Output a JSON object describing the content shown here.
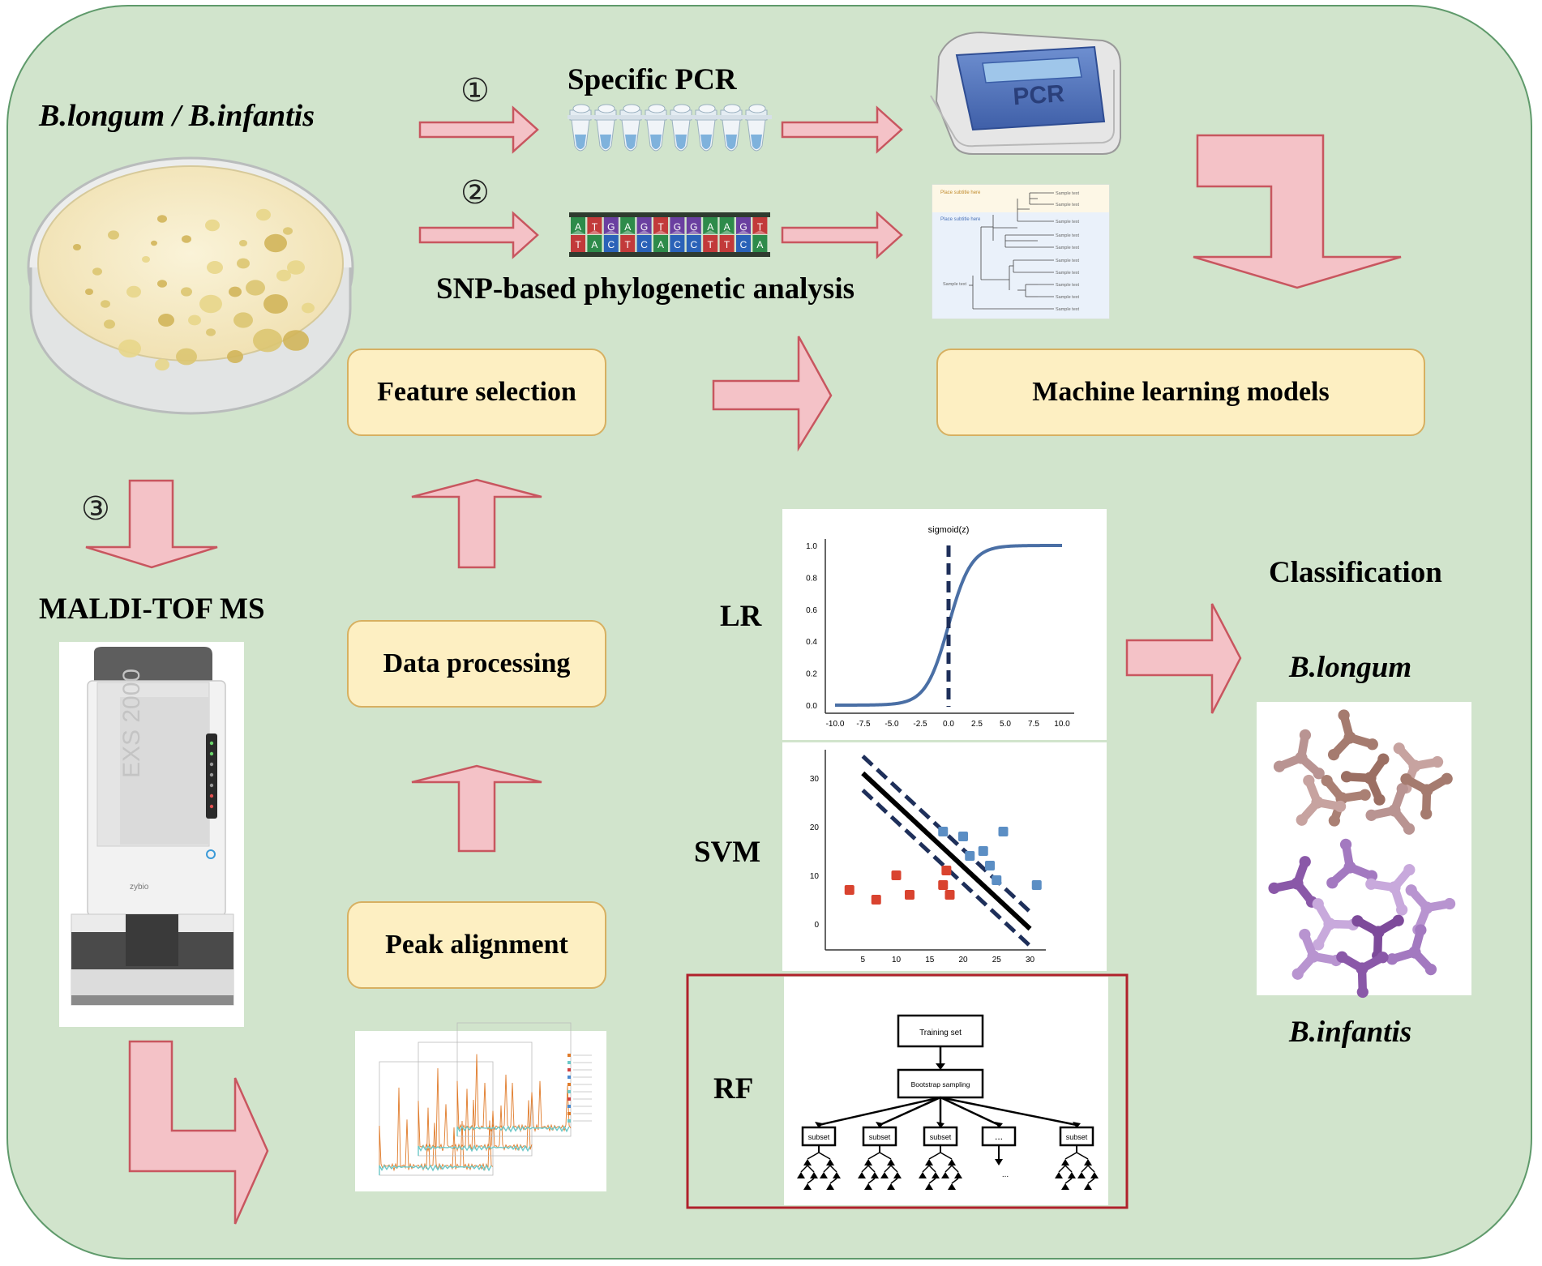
{
  "figure": {
    "organism_label": "B.longum / B.infantis",
    "method_numbers": [
      "①",
      "②",
      "③"
    ],
    "method1_label": "Specific PCR",
    "method2_label": "SNP-based phylogenetic analysis",
    "method3_label": "MALDI-TOF MS",
    "pcr_machine_text": "PCR",
    "maldi_instrument_text": "EXS 2000",
    "maldi_brand_text": "zybio",
    "steps": {
      "feature_selection": "Feature selection",
      "data_processing": "Data processing",
      "peak_alignment": "Peak alignment",
      "ml_models": "Machine learning models"
    },
    "models": {
      "lr": "LR",
      "svm": "SVM",
      "rf": "RF"
    },
    "classification": {
      "title": "Classification",
      "class1": "B.longum",
      "class2": "B.infantis"
    },
    "tree_panel": {
      "subtitle1": "Place subtitle here",
      "subtitle2": "Place subtitle here",
      "leaf_label": "Sample text",
      "root_label": "Sample text"
    },
    "rf_diagram": {
      "training_set": "Training set",
      "bootstrap": "Bootstrap sampling",
      "subset": "subset",
      "ellipsis": "..."
    }
  },
  "chart_data": [
    {
      "type": "line",
      "title": "sigmoid(z)",
      "function": "1/(1+exp(-z))",
      "x": [
        -10,
        -7.5,
        -5,
        -2.5,
        0,
        2.5,
        5,
        7.5,
        10
      ],
      "y": [
        4.54e-05,
        0.000553,
        0.00669,
        0.0759,
        0.5,
        0.924,
        0.993,
        0.99945,
        0.99995
      ],
      "xlim": [
        -10,
        10
      ],
      "ylim": [
        0,
        1
      ],
      "xticks": [
        "-10.0",
        "-7.5",
        "-5.0",
        "-2.5",
        "0.0",
        "2.5",
        "5.0",
        "7.5",
        "10.0"
      ],
      "yticks": [
        "0.0",
        "0.2",
        "0.4",
        "0.6",
        "0.8",
        "1.0"
      ],
      "annotation": "dashed vertical line at z = 0",
      "line_color": "#4a6fa5",
      "marker_color": "#1e2f5a"
    },
    {
      "type": "scatter",
      "series": [
        {
          "color": "#d9432f",
          "points": [
            [
              3,
              7
            ],
            [
              7,
              5
            ],
            [
              10,
              10
            ],
            [
              12,
              6
            ],
            [
              17,
              8
            ],
            [
              17.5,
              11
            ],
            [
              18,
              6
            ]
          ]
        },
        {
          "color": "#5b8ec4",
          "points": [
            [
              17,
              19
            ],
            [
              20,
              18
            ],
            [
              21,
              14
            ],
            [
              23,
              15
            ],
            [
              24,
              12
            ],
            [
              25,
              9
            ],
            [
              26,
              19
            ],
            [
              31,
              8
            ]
          ]
        }
      ],
      "decision_line": [
        [
          5,
          31
        ],
        [
          30,
          -1
        ]
      ],
      "margin_offset": 3.5,
      "xticks": [
        "5",
        "10",
        "15",
        "20",
        "25",
        "30"
      ],
      "yticks": [
        "0",
        "10",
        "20",
        "30"
      ],
      "xlim": [
        0,
        32
      ],
      "ylim": [
        -5,
        35
      ]
    }
  ]
}
